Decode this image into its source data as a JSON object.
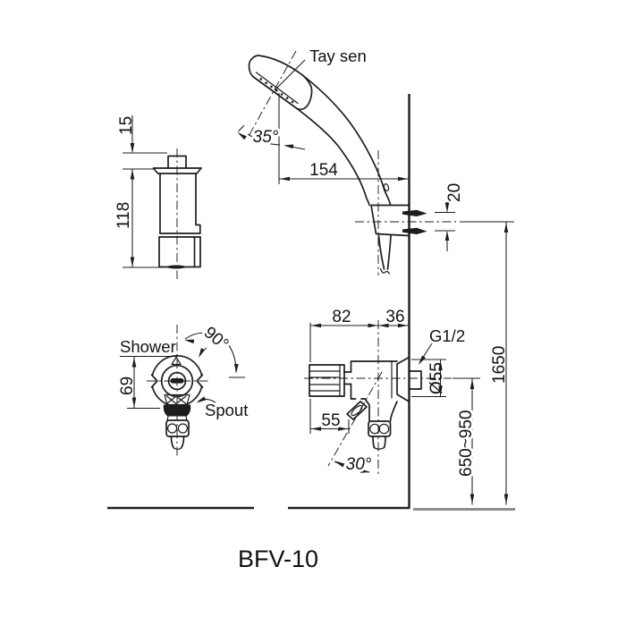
{
  "title": "BFV-10",
  "labels": {
    "hand_shower": "Tay sen",
    "shower": "Shower",
    "spout": "Spout",
    "thread_size": "G1/2"
  },
  "dims": {
    "head_angle": "35°",
    "head_offset": "154",
    "screw_spacing": "20",
    "holder_pin_height": "15",
    "holder_height": "118",
    "handle_rotation": "90°",
    "handle_offset": "69",
    "body_length": "82",
    "wall_clearance": "36",
    "escutcheon_dia": "Ø55",
    "lever_offset": "55",
    "lever_angle": "30°",
    "install_height_range": "650~950",
    "shower_height": "1650"
  }
}
